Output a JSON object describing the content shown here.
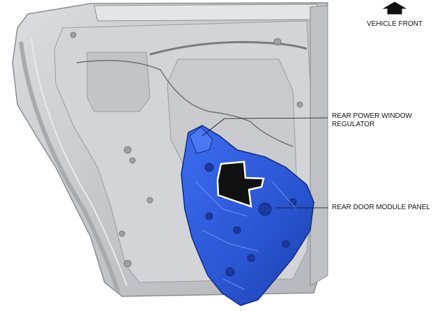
{
  "labels": {
    "vehicle_front": "VEHICLE FRONT",
    "callout_regulator_line1": "REAR POWER WINDOW",
    "callout_regulator_line2": "REGULATOR",
    "callout_module_panel": "REAR DOOR MODULE PANEL"
  },
  "icons": {
    "direction": "up-arrow-icon",
    "removal_direction": "down-arrow-icon"
  },
  "colors": {
    "background": "#ffffff",
    "door_metal": "#c9cacc",
    "door_edge": "#8a8c90",
    "module_panel": "#2f5bd8",
    "module_dark": "#1a3aa0",
    "arrow_fill": "#111111",
    "text": "#111111"
  }
}
